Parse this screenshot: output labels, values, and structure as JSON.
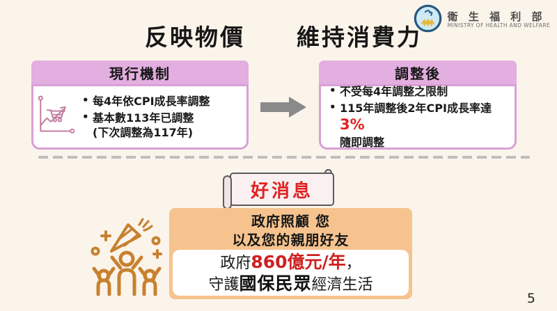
{
  "slide": {
    "page_number": "5"
  },
  "logo": {
    "name_zh": "衛 生 福 利 部",
    "name_en": "MINISTRY OF HEALTH AND WELFARE"
  },
  "headings": {
    "left": "反映物價",
    "right": "維持消費力"
  },
  "current_box": {
    "header": "現行機制",
    "bullet1": "每4年依CPI成長率調整",
    "bullet2": "基本數113年已調整",
    "bullet2_note": "(下次調整為117年)"
  },
  "adjusted_box": {
    "header": "調整後",
    "bullet1": "不受每4年調整之限制",
    "bullet2_prefix": "115年調整後2年CPI成長率達",
    "bullet2_highlight": "3%",
    "bullet2_suffix": "隨即調整"
  },
  "good_news": {
    "banner": "好消息",
    "caption_line1": "政府照顧 您",
    "caption_line2": "以及您的親朋好友",
    "detail_prefix": "政府",
    "detail_amount": "860億元/年",
    "detail_comma": "，",
    "detail2_prefix": "守護",
    "detail2_strong": "國保民眾",
    "detail2_suffix": "經濟生活"
  },
  "colors": {
    "background": "#FBF4EA",
    "pink_header": "#E3AEE0",
    "pink_border": "#D9A0D6",
    "accent_red": "#E02222",
    "orange_panel": "#F6C38E",
    "icon_orange": "#C8812F",
    "arrow_gray": "#8A8A8A"
  }
}
